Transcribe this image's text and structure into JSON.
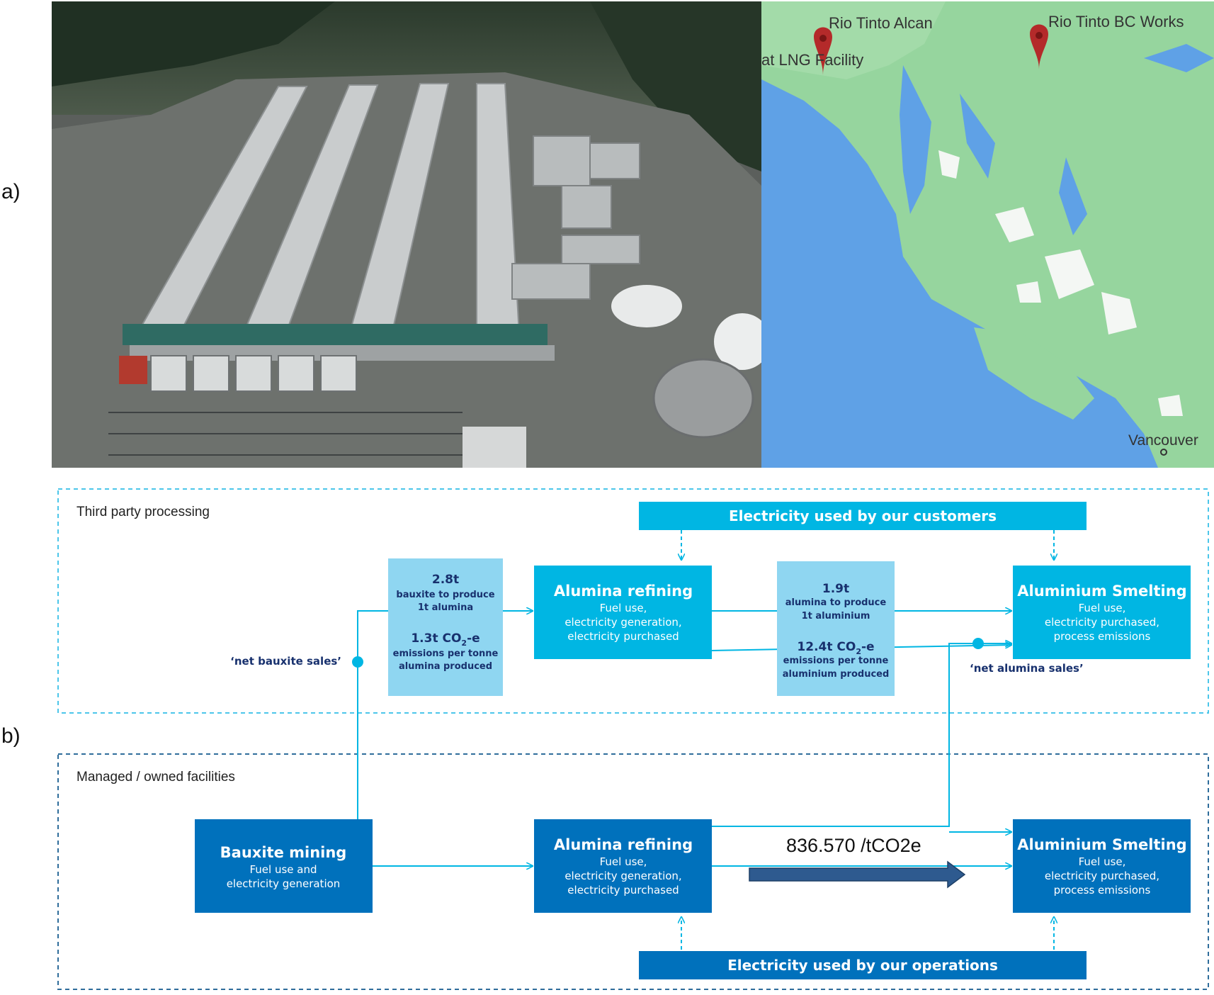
{
  "panel_labels": {
    "a": "a)",
    "b": "b)"
  },
  "map": {
    "labels": [
      "Rio Tinto Alcan",
      "Rio Tinto BC Works",
      "at LNG Facility",
      "Vancouver"
    ],
    "colors": {
      "water": "#5fa1e6",
      "land": "#96d59e",
      "snow": "#f4f7f4",
      "pin": "#b42a2a"
    }
  },
  "diagram": {
    "colors": {
      "light_blue": "#00b6e3",
      "dark_blue": "#0071bc",
      "pale_blue": "#8fd6f1",
      "navy_text": "#18316e",
      "arrow": "#2e5a8f"
    },
    "third_party": {
      "title": "Third party processing",
      "electricity_bar": "Electricity used by our customers",
      "bauxite_box": {
        "line1": "2.8t",
        "line2": "bauxite to produce",
        "line3": "1t alumina",
        "line4": "1.3t CO",
        "line4_sub": "2",
        "line4_end": "-e",
        "line5": "emissions per tonne",
        "line6": "alumina produced"
      },
      "refining": {
        "title": "Alumina refining",
        "lines": [
          "Fuel use,",
          "electricity generation,",
          "electricity purchased"
        ]
      },
      "alumina_box": {
        "line1": "1.9t",
        "line2": "alumina to produce",
        "line3": "1t aluminium",
        "line4": "12.4t CO",
        "line4_sub": "2",
        "line4_end": "-e",
        "line5": "emissions per tonne",
        "line6": "aluminium produced"
      },
      "smelting": {
        "title": "Aluminium Smelting",
        "lines": [
          "Fuel use,",
          "electricity purchased,",
          "process emissions"
        ]
      },
      "net_bauxite": "‘net bauxite sales’",
      "net_alumina": "‘net alumina sales’"
    },
    "managed": {
      "title": "Managed / owned facilities",
      "mining": {
        "title": "Bauxite mining",
        "lines": [
          "Fuel use and",
          "electricity generation"
        ]
      },
      "refining": {
        "title": "Alumina refining",
        "lines": [
          "Fuel use,",
          "electricity generation,",
          "electricity purchased"
        ]
      },
      "smelting": {
        "title": "Aluminium Smelting",
        "lines": [
          "Fuel use,",
          "electricity purchased,",
          "process emissions"
        ]
      },
      "annotation": "836.570 /tCO2e",
      "electricity_bar": "Electricity used by our operations"
    }
  }
}
